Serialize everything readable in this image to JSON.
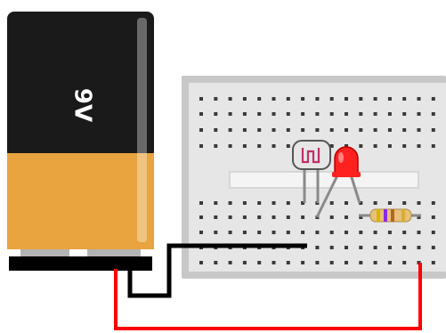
{
  "battery": {
    "label": "9V",
    "body_top_color": "#1a1a1a",
    "body_bottom_color": "#e9a43f",
    "terminal_color": "#b3b3b3",
    "label_color": "#ffffff"
  },
  "breadboard": {
    "board_color": "#e6e6e6",
    "frame_color": "#c8c8c8",
    "hole_color": "#3a3a3a",
    "columns": 17,
    "top_rows": 4,
    "bottom_rows": 5
  },
  "wires": {
    "positive_color": "#ff0000",
    "negative_color": "#000000"
  },
  "components": {
    "led": {
      "name": "red-led",
      "color": "#ff2020"
    },
    "photoresistor": {
      "name": "photoresistor",
      "head_color": "#e6e6e6",
      "trace_color": "#c0306a"
    },
    "resistor": {
      "name": "resistor",
      "body_color": "#e8c07a",
      "band_colors": [
        "#d9b400",
        "#8a2be2",
        "#b5651d",
        "#d4af37"
      ]
    }
  }
}
